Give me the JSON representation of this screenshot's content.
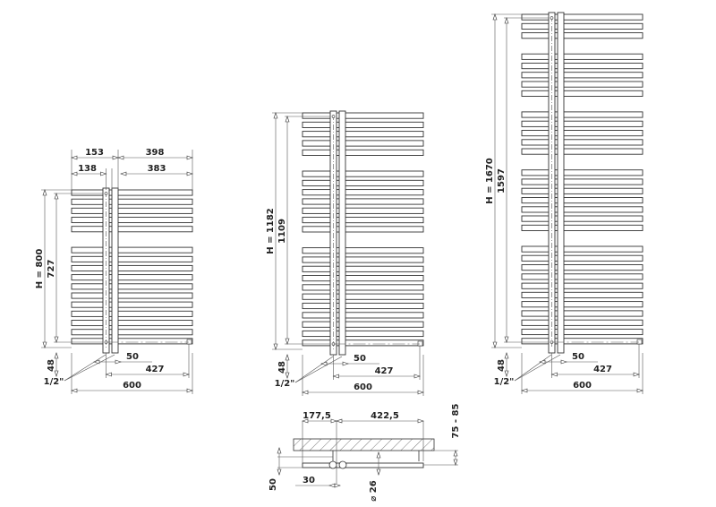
{
  "radiators": [
    {
      "height_label": "H = 800",
      "inner_label": "727",
      "offset_label": "48",
      "spacing_label": "50",
      "center_label": "427",
      "width_label": "600",
      "connection_label": "1/2\"",
      "bar_groups": [
        5,
        11
      ],
      "top_dims": [
        "153",
        "138",
        "398",
        "383"
      ]
    },
    {
      "height_label": "H = 1182",
      "inner_label": "1109",
      "offset_label": "48",
      "spacing_label": "50",
      "center_label": "427",
      "width_label": "600",
      "connection_label": "1/2\"",
      "bar_groups": [
        5,
        7,
        11
      ]
    },
    {
      "height_label": "H = 1670",
      "inner_label": "1597",
      "offset_label": "48",
      "spacing_label": "50",
      "center_label": "427",
      "width_label": "600",
      "connection_label": "1/2\"",
      "bar_groups": [
        3,
        5,
        5,
        7,
        11
      ]
    }
  ],
  "top_view": {
    "left_label": "177,5",
    "right_label": "422,5",
    "wall_distance_label": "75 - 85",
    "depth_label": "50",
    "valve_spacing_label": "30",
    "diameter_label": "⌀ 26"
  }
}
